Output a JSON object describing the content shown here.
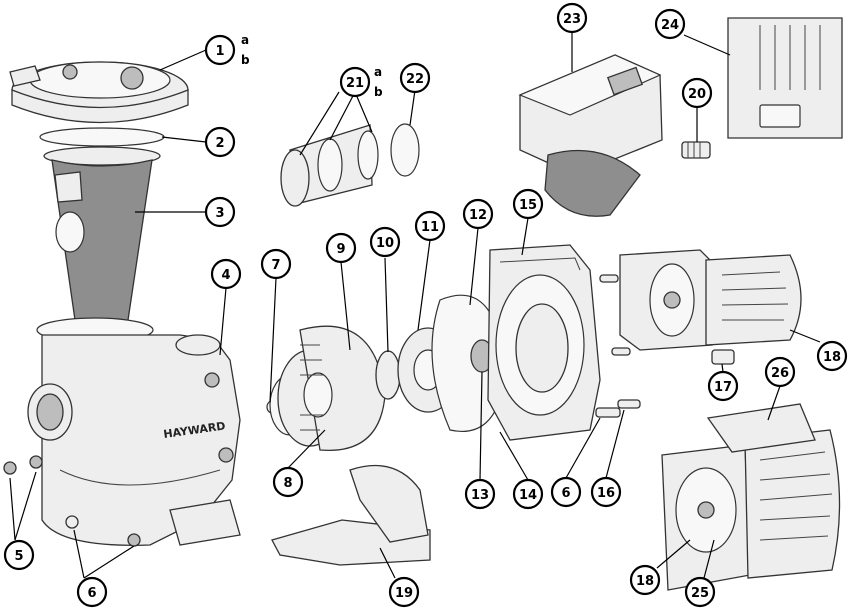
{
  "brand_label": "HAYWARD",
  "callouts": [
    {
      "id": "c1",
      "label": "1",
      "suffixes": [
        "a",
        "b"
      ]
    },
    {
      "id": "c2",
      "label": "2"
    },
    {
      "id": "c3",
      "label": "3"
    },
    {
      "id": "c4",
      "label": "4"
    },
    {
      "id": "c5",
      "label": "5"
    },
    {
      "id": "c6a",
      "label": "6"
    },
    {
      "id": "c6b",
      "label": "6"
    },
    {
      "id": "c7",
      "label": "7"
    },
    {
      "id": "c8",
      "label": "8"
    },
    {
      "id": "c9",
      "label": "9"
    },
    {
      "id": "c10",
      "label": "10"
    },
    {
      "id": "c11",
      "label": "11"
    },
    {
      "id": "c12",
      "label": "12"
    },
    {
      "id": "c13",
      "label": "13"
    },
    {
      "id": "c14",
      "label": "14"
    },
    {
      "id": "c15",
      "label": "15"
    },
    {
      "id": "c16",
      "label": "16"
    },
    {
      "id": "c17",
      "label": "17"
    },
    {
      "id": "c18a",
      "label": "18"
    },
    {
      "id": "c18b",
      "label": "18"
    },
    {
      "id": "c19",
      "label": "19"
    },
    {
      "id": "c20",
      "label": "20"
    },
    {
      "id": "c21",
      "label": "21",
      "suffixes": [
        "a",
        "b"
      ]
    },
    {
      "id": "c22",
      "label": "22"
    },
    {
      "id": "c23",
      "label": "23"
    },
    {
      "id": "c24",
      "label": "24"
    },
    {
      "id": "c25",
      "label": "25"
    },
    {
      "id": "c26",
      "label": "26"
    }
  ]
}
